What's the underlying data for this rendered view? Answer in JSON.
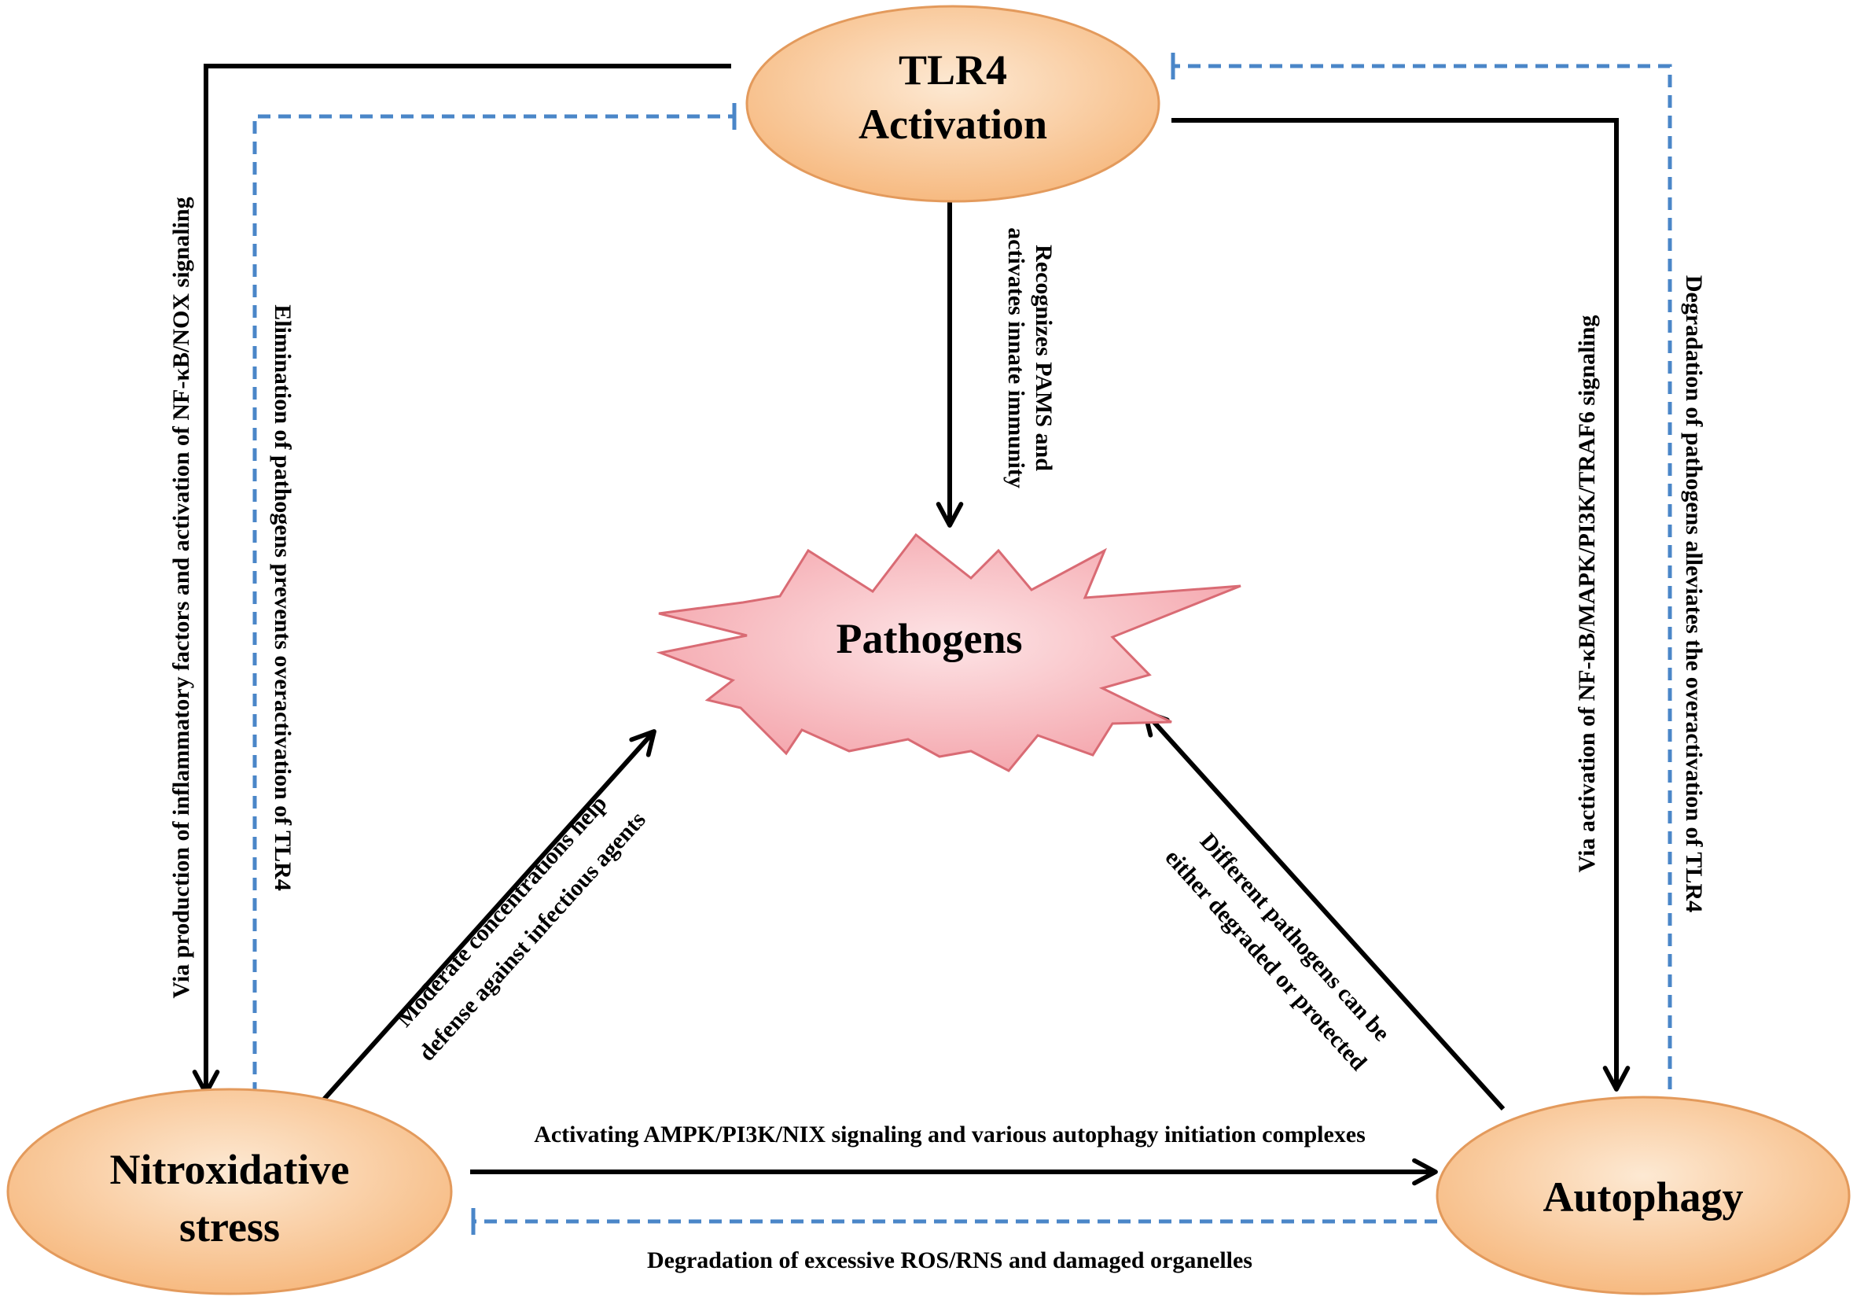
{
  "nodes": {
    "tlr4": {
      "line1": "TLR4",
      "line2": "Activation"
    },
    "pathogens": {
      "label": "Pathogens"
    },
    "nitroxidative": {
      "line1": "Nitroxidative",
      "line2": "stress"
    },
    "autophagy": {
      "label": "Autophagy"
    }
  },
  "edges": {
    "tlr4_to_nitro": "Via production of inflammatory factors and activation of NF-κB/NOX signaling",
    "nitro_inhibits_tlr4": "Elimination of pathogens prevents overactivation of TLR4",
    "tlr4_to_pathogens_1": "Recognizes PAMS and",
    "tlr4_to_pathogens_2": "activates innate immunity",
    "tlr4_to_autophagy": "Via activation of NF-κB/MAPK/PI3K/TRAF6 signaling",
    "autophagy_inhibits_tlr4": "Degradation of pathogens alleviates the overactivation of TLR4",
    "nitro_to_pathogens_1": "Moderate concentrations help",
    "nitro_to_pathogens_2": "defense against infectious agents",
    "autophagy_to_pathogens_1": "Different pathogens can be",
    "autophagy_to_pathogens_2": "either degraded or  protected",
    "nitro_to_autophagy": "Activating AMPK/PI3K/NIX signaling and various autophagy initiation complexes",
    "autophagy_inhibits_nitro": "Degradation of excessive ROS/RNS and damaged organelles"
  },
  "colors": {
    "node_fill_light": "#fde9d3",
    "node_fill_dark": "#f6b67a",
    "node_stroke": "#e39a5c",
    "pathogen_fill_light": "#fde4e6",
    "pathogen_fill_dark": "#f4a3aa",
    "pathogen_stroke": "#d96b74",
    "inhibit_line": "#4a86c8",
    "activate_line": "#000000"
  }
}
